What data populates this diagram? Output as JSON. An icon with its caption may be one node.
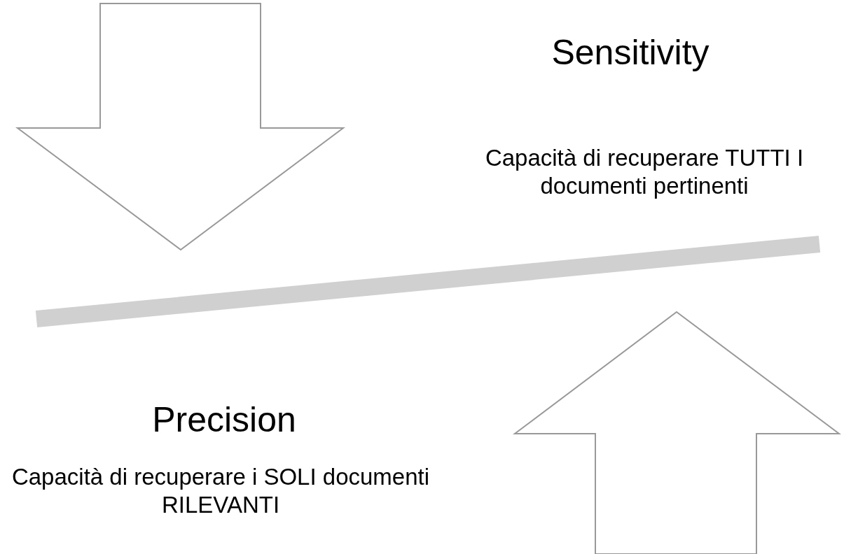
{
  "diagram": {
    "labels": [
      "Sensitivity",
      "Capacità di recuperare TUTTI I documenti pertinenti",
      "Precision",
      "Capacità di recuperare i SOLI documenti RILEVANTI"
    ]
  }
}
